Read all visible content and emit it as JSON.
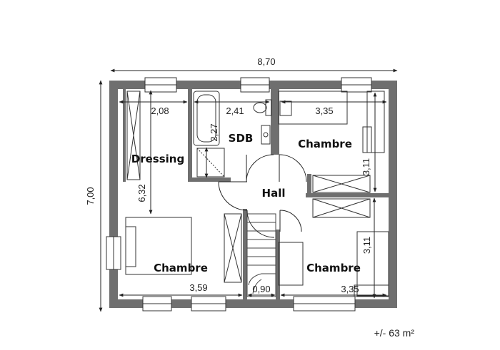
{
  "plan": {
    "total_width": "8,70",
    "total_depth": "7,00",
    "area": "+/- 63 m²",
    "rooms": {
      "sdb": "SDB",
      "dressing": "Dressing",
      "hall": "Hall",
      "chambre_top_right": "Chambre",
      "chambre_bottom_left": "Chambre",
      "chambre_bottom_right": "Chambre"
    },
    "dimensions": {
      "dressing_width": "2,08",
      "sdb_width": "2,41",
      "sdb_depth": "2,27",
      "chambre_top_width": "3,35",
      "chambre_top_depth": "3,11",
      "left_zone_depth": "6,32",
      "chambre_bl_width": "3,59",
      "stair_width": "0,90",
      "chambre_br_width": "3,35",
      "chambre_br_depth": "3,11"
    }
  },
  "colors": {
    "wall": "#6f6f6f",
    "line": "#222222",
    "background": "#ffffff"
  }
}
